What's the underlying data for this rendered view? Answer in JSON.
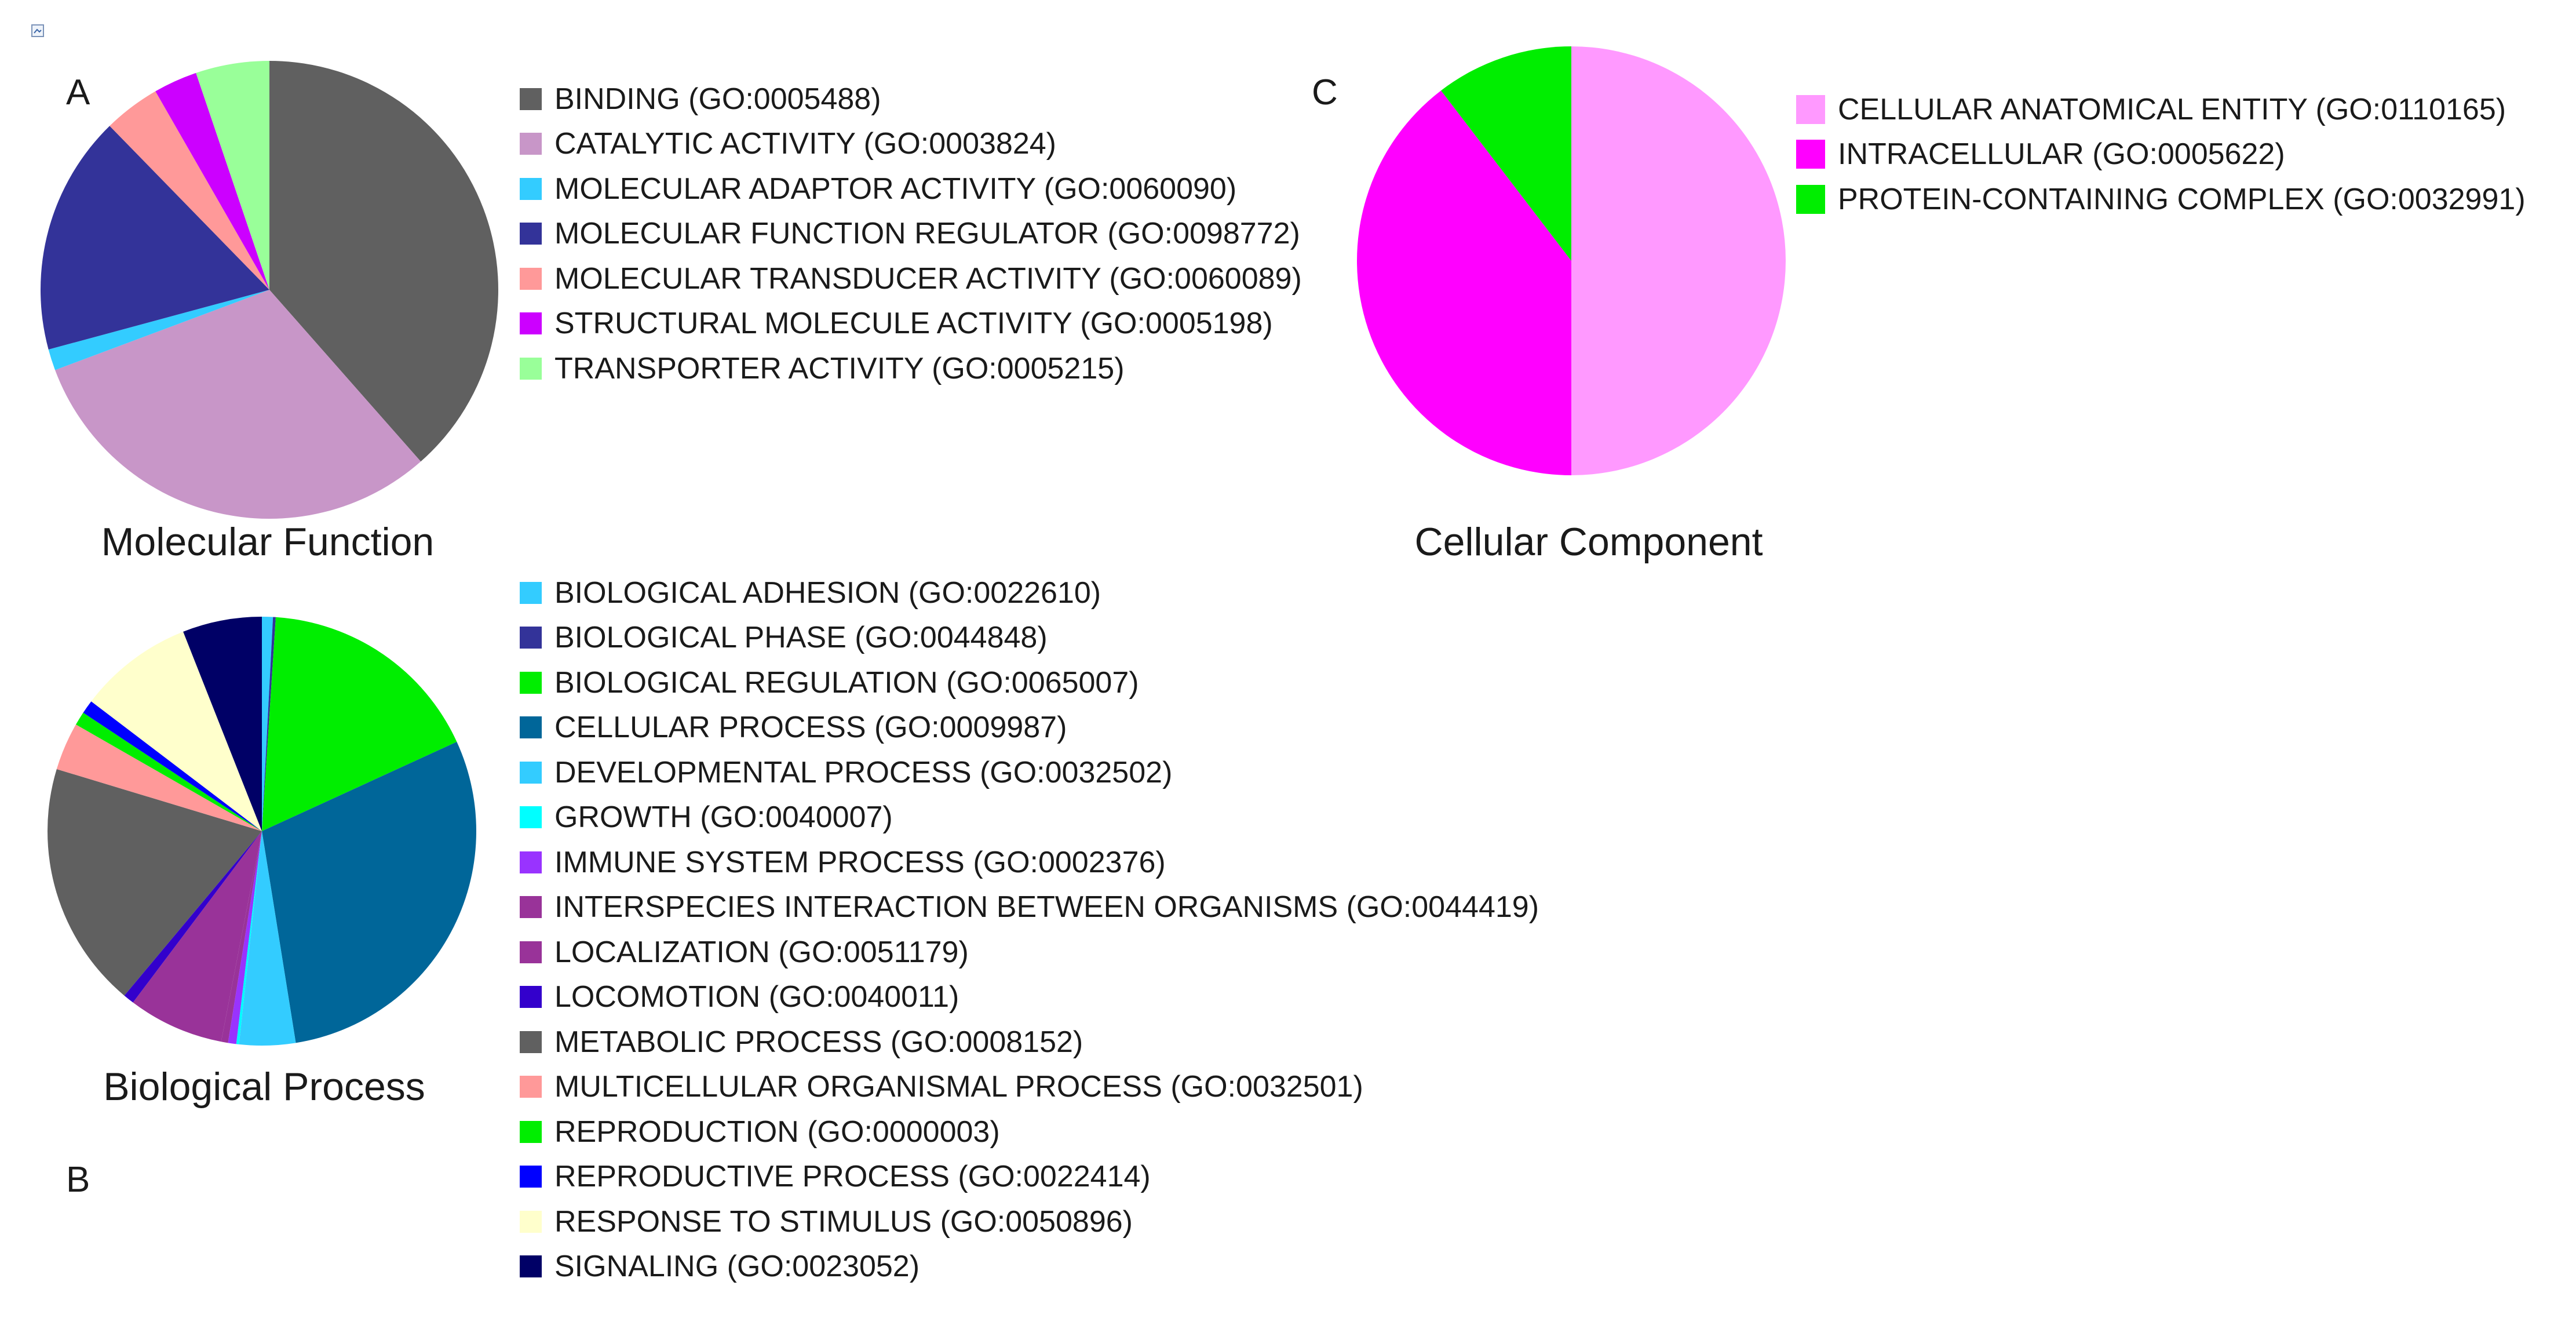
{
  "figure": {
    "panel_labels": {
      "a": "A",
      "b": "B",
      "c": "C"
    }
  },
  "chart_data": [
    {
      "id": "molecular_function",
      "type": "pie",
      "title": "Molecular Function",
      "slices": [
        {
          "label": "BINDING (GO:0005488)",
          "value": 38.5,
          "color": "#606060"
        },
        {
          "label": "CATALYTIC ACTIVITY (GO:0003824)",
          "value": 30.8,
          "color": "#c896c8"
        },
        {
          "label": "MOLECULAR ADAPTOR ACTIVITY (GO:0060090)",
          "value": 1.5,
          "color": "#33ccff"
        },
        {
          "label": "MOLECULAR FUNCTION REGULATOR (GO:0098772)",
          "value": 16.9,
          "color": "#333399"
        },
        {
          "label": "MOLECULAR TRANSDUCER ACTIVITY (GO:0060089)",
          "value": 4.0,
          "color": "#ff9999"
        },
        {
          "label": "STRUCTURAL MOLECULE ACTIVITY (GO:0005198)",
          "value": 3.1,
          "color": "#cc00ff"
        },
        {
          "label": "TRANSPORTER ACTIVITY (GO:0005215)",
          "value": 5.2,
          "color": "#99ff99"
        }
      ]
    },
    {
      "id": "biological_process",
      "type": "pie",
      "title": "Biological Process",
      "slices": [
        {
          "label": "BIOLOGICAL ADHESION (GO:0022610)",
          "value": 0.8,
          "color": "#33ccff"
        },
        {
          "label": "BIOLOGICAL PHASE (GO:0044848)",
          "value": 0.2,
          "color": "#333399"
        },
        {
          "label": "BIOLOGICAL REGULATION (GO:0065007)",
          "value": 16.6,
          "color": "#00ee00"
        },
        {
          "label": "CELLULAR PROCESS (GO:0009987)",
          "value": 28.4,
          "color": "#006699"
        },
        {
          "label": "DEVELOPMENTAL PROCESS (GO:0032502)",
          "value": 4.1,
          "color": "#33ccff"
        },
        {
          "label": "GROWTH (GO:0040007)",
          "value": 0.2,
          "color": "#00ffff"
        },
        {
          "label": "IMMUNE SYSTEM PROCESS (GO:0002376)",
          "value": 0.6,
          "color": "#9933ff"
        },
        {
          "label": "INTERSPECIES INTERACTION BETWEEN ORGANISMS (GO:0044419)",
          "value": 0.5,
          "color": "#993399"
        },
        {
          "label": "LOCALIZATION (GO:0051179)",
          "value": 7.0,
          "color": "#993399"
        },
        {
          "label": "LOCOMOTION (GO:0040011)",
          "value": 0.8,
          "color": "#3300cc"
        },
        {
          "label": "METABOLIC PROCESS (GO:0008152)",
          "value": 18.0,
          "color": "#606060"
        },
        {
          "label": "MULTICELLULAR ORGANISMAL PROCESS (GO:0032501)",
          "value": 3.5,
          "color": "#ff9999"
        },
        {
          "label": "REPRODUCTION (GO:0000003)",
          "value": 1.0,
          "color": "#00ee00"
        },
        {
          "label": "REPRODUCTIVE PROCESS (GO:0022414)",
          "value": 1.0,
          "color": "#0000ff"
        },
        {
          "label": "RESPONSE TO STIMULUS (GO:0050896)",
          "value": 8.4,
          "color": "#ffffcc"
        },
        {
          "label": "SIGNALING (GO:0023052)",
          "value": 5.8,
          "color": "#000066"
        }
      ]
    },
    {
      "id": "cellular_component",
      "type": "pie",
      "title": "Cellular Component",
      "slices": [
        {
          "label": "CELLULAR ANATOMICAL ENTITY (GO:0110165)",
          "value": 50.0,
          "color": "#ff99ff"
        },
        {
          "label": "INTRACELLULAR (GO:0005622)",
          "value": 39.6,
          "color": "#ff00ff"
        },
        {
          "label": "PROTEIN-CONTAINING COMPLEX (GO:0032991)",
          "value": 10.4,
          "color": "#00ee00"
        }
      ]
    }
  ]
}
